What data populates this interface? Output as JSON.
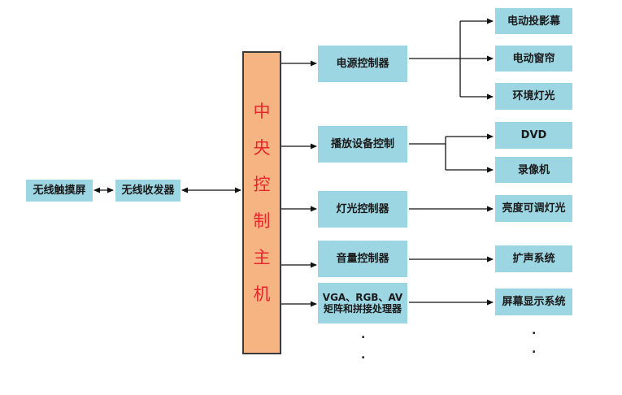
{
  "colors": {
    "box_fill": "#9dd6e3",
    "host_fill": "#f5b482",
    "host_text": "#e8262c",
    "line": "#111111"
  },
  "left_chain": {
    "touch_screen": "无线触摸屏",
    "transceiver": "无线收发器"
  },
  "central_host": {
    "chars": [
      "中",
      "央",
      "控",
      "制",
      "主",
      "机"
    ]
  },
  "controllers": [
    {
      "label": "电源控制器"
    },
    {
      "label": "播放设备控制"
    },
    {
      "label": "灯光控制器"
    },
    {
      "label": "音量控制器"
    },
    {
      "label": "VGA、RGB、AV矩阵和拼接处理器"
    }
  ],
  "devices": {
    "power": [
      "电动投影幕",
      "电动窗帘",
      "环境灯光"
    ],
    "playback": [
      "DVD",
      "录像机"
    ],
    "lighting": [
      "亮度可调灯光"
    ],
    "volume": [
      "扩声系统"
    ],
    "matrix": [
      "屏幕显示系统"
    ]
  },
  "ellipsis": "."
}
